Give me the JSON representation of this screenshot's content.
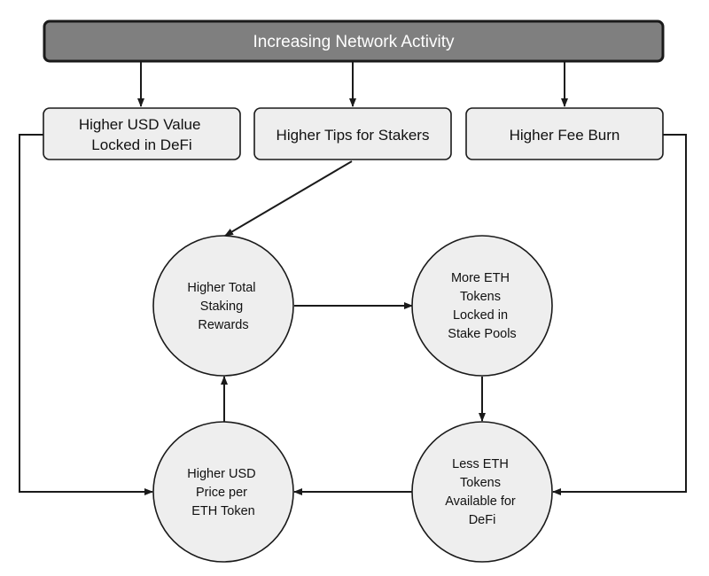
{
  "header": {
    "label": "Increasing Network Activity",
    "fill": "#7f7f7f"
  },
  "boxes": {
    "usd_value_locked": {
      "lines": [
        "Higher USD Value",
        "Locked in DeFi"
      ]
    },
    "tips_for_stakers": {
      "lines": [
        "Higher Tips for Stakers"
      ]
    },
    "fee_burn": {
      "lines": [
        "Higher Fee Burn"
      ]
    }
  },
  "circles": {
    "total_staking_rewards": {
      "lines": [
        "Higher Total",
        "Staking",
        "Rewards"
      ]
    },
    "eth_locked_in_pools": {
      "lines": [
        "More ETH",
        "Tokens",
        "Locked in",
        "Stake Pools"
      ]
    },
    "usd_price_per_eth": {
      "lines": [
        "Higher USD",
        "Price per",
        "ETH Token"
      ]
    },
    "less_eth_for_defi": {
      "lines": [
        "Less ETH",
        "Tokens",
        "Available for",
        "DeFi"
      ]
    }
  },
  "colors": {
    "node_fill": "#eeeeee",
    "stroke": "#1a1a1a"
  }
}
